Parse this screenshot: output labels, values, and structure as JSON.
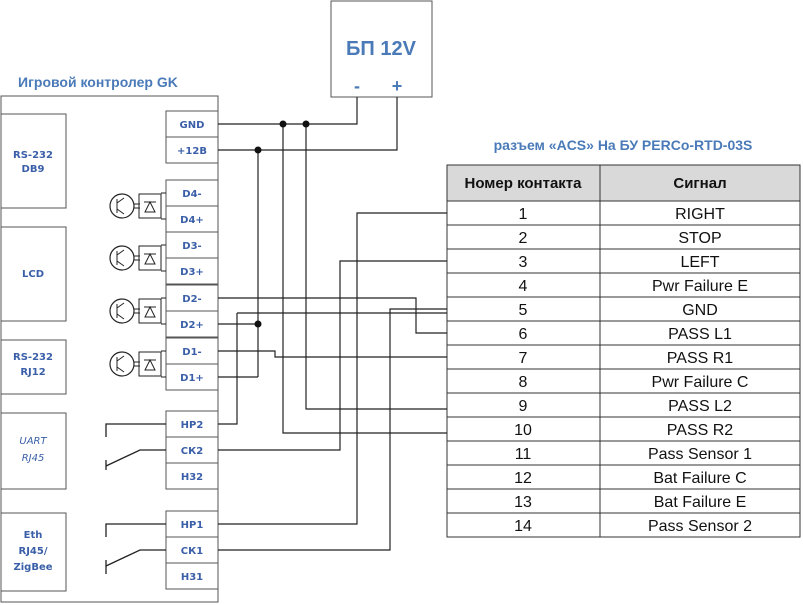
{
  "controller": {
    "title": "Игровой контролер GK",
    "modules": [
      {
        "label_lines": [
          "RS-232",
          "DB9"
        ],
        "italic": false
      },
      {
        "label_lines": [
          "LCD"
        ],
        "italic": false
      },
      {
        "label_lines": [
          "RS-232",
          "RJ12"
        ],
        "italic": false
      },
      {
        "label_lines": [
          "UART",
          "RJ45"
        ],
        "italic": true
      },
      {
        "label_lines": [
          "Eth",
          "RJ45/",
          "ZigBee"
        ],
        "italic": false
      }
    ],
    "pins": [
      "GND",
      "+12В",
      "D4-",
      "D4+",
      "D3-",
      "D3+",
      "D2-",
      "D2+",
      "D1-",
      "D1+",
      "НР2",
      "СК2",
      "Н32",
      "НР1",
      "СК1",
      "Н31"
    ]
  },
  "psu": {
    "title": "БП 12V",
    "minus": "-",
    "plus": "+"
  },
  "connector": {
    "title": "разъем «ACS» На БУ PERCo-RTD-03S",
    "headers": [
      "Номер контакта",
      "Сигнал"
    ],
    "rows": [
      [
        "1",
        "RIGHT"
      ],
      [
        "2",
        "STOP"
      ],
      [
        "3",
        "LEFT"
      ],
      [
        "4",
        "Pwr Failure E"
      ],
      [
        "5",
        "GND"
      ],
      [
        "6",
        "PASS L1"
      ],
      [
        "7",
        "PASS R1"
      ],
      [
        "8",
        "Pwr Failure C"
      ],
      [
        "9",
        "PASS L2"
      ],
      [
        "10",
        "PASS R2"
      ],
      [
        "11",
        "Pass Sensor 1"
      ],
      [
        "12",
        "Bat Failure C"
      ],
      [
        "13",
        "Bat Failure E"
      ],
      [
        "14",
        "Pass Sensor 2"
      ]
    ]
  }
}
